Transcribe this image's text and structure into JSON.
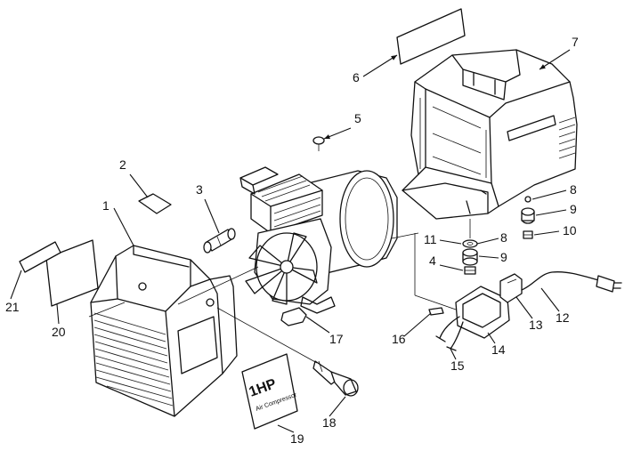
{
  "callouts": [
    {
      "id": "1",
      "text": "1"
    },
    {
      "id": "2",
      "text": "2"
    },
    {
      "id": "3",
      "text": "3"
    },
    {
      "id": "4",
      "text": "4"
    },
    {
      "id": "5",
      "text": "5"
    },
    {
      "id": "6",
      "text": "6"
    },
    {
      "id": "7",
      "text": "7"
    },
    {
      "id": "8a",
      "text": "8"
    },
    {
      "id": "8b",
      "text": "8"
    },
    {
      "id": "9a",
      "text": "9"
    },
    {
      "id": "9b",
      "text": "9"
    },
    {
      "id": "10",
      "text": "10"
    },
    {
      "id": "11",
      "text": "11"
    },
    {
      "id": "12",
      "text": "12"
    },
    {
      "id": "13",
      "text": "13"
    },
    {
      "id": "14",
      "text": "14"
    },
    {
      "id": "15",
      "text": "15"
    },
    {
      "id": "16",
      "text": "16"
    },
    {
      "id": "17",
      "text": "17"
    },
    {
      "id": "18",
      "text": "18"
    },
    {
      "id": "19",
      "text": "19"
    },
    {
      "id": "20",
      "text": "20"
    },
    {
      "id": "21",
      "text": "21"
    }
  ],
  "decal": {
    "big": "1HP",
    "small": "Air Compressor"
  },
  "colors": {
    "line": "#111111",
    "background": "#ffffff"
  }
}
